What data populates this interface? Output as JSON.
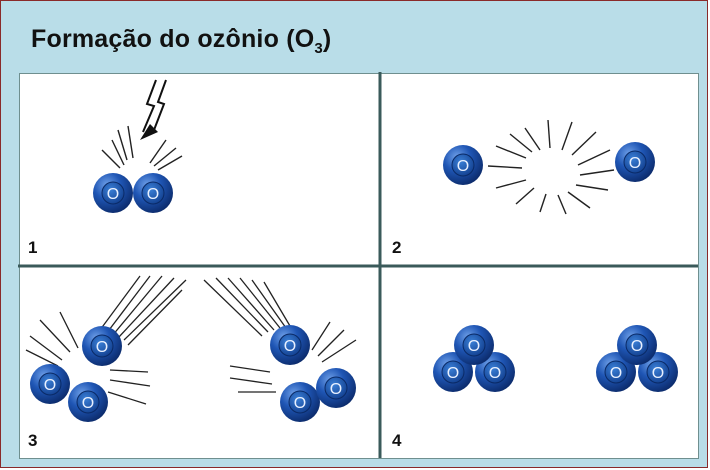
{
  "title": {
    "text": "Formação do ozônio (O",
    "sub": "3",
    "close": ")"
  },
  "atom_label": "O",
  "colors": {
    "background": "#b9dde8",
    "atom": "#1a4a9e",
    "divider": "#3a5a5a"
  },
  "panels": [
    {
      "number": "1"
    },
    {
      "number": "2"
    },
    {
      "number": "3"
    },
    {
      "number": "4"
    }
  ]
}
